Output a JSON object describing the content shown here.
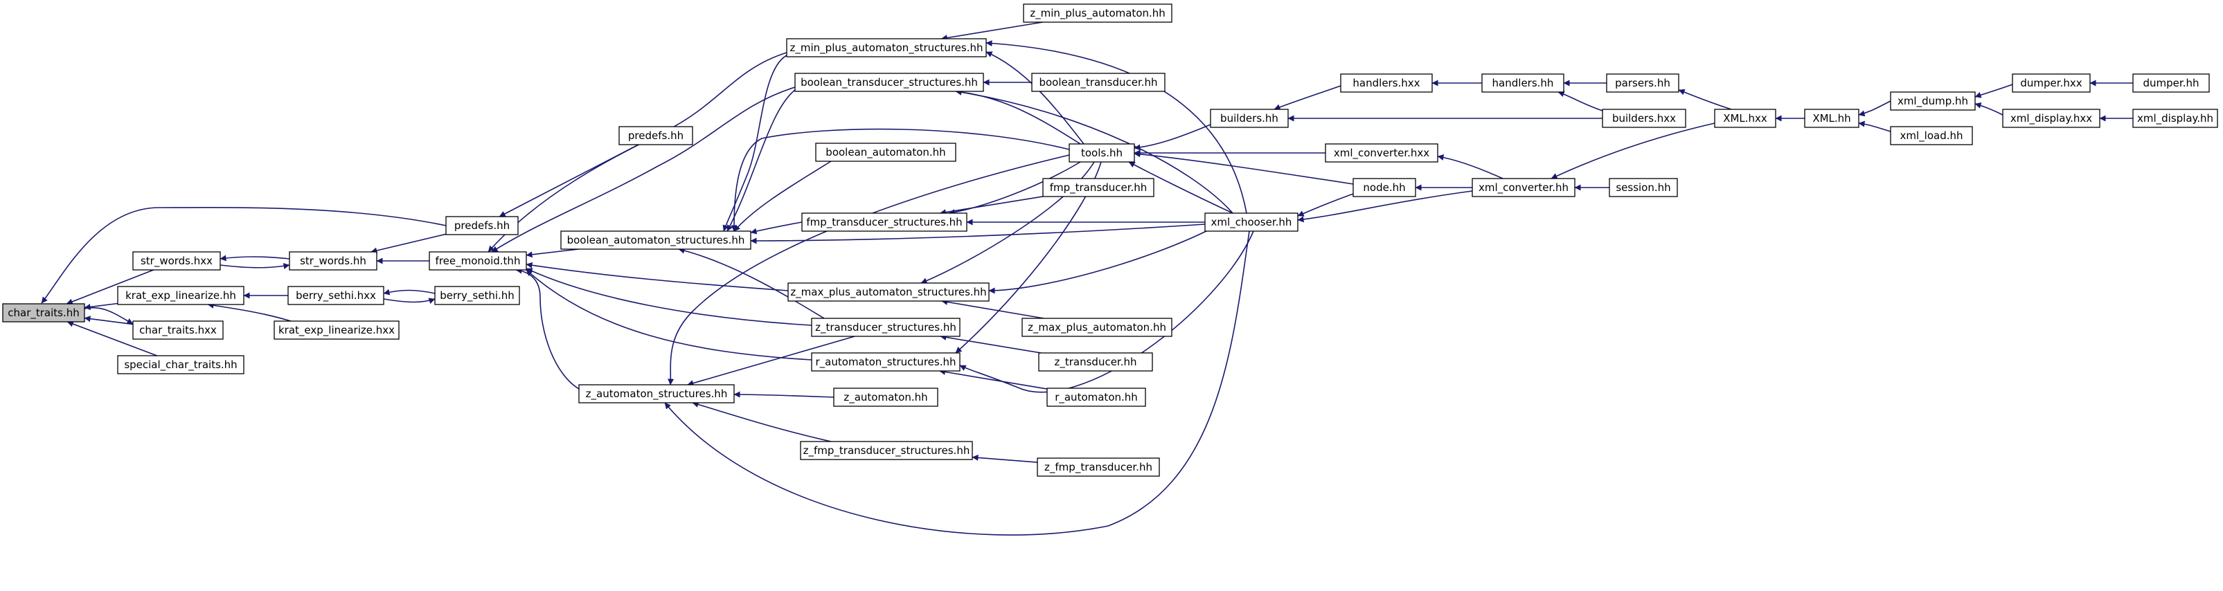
{
  "graph": {
    "root": "char_traits_hh",
    "nodes": [
      {
        "id": "char_traits_hh",
        "label": "char_traits.hh",
        "root": true
      },
      {
        "id": "str_words_hxx",
        "label": "str_words.hxx"
      },
      {
        "id": "krat_exp_linearize_hh",
        "label": "krat_exp_linearize.hh"
      },
      {
        "id": "char_traits_hxx",
        "label": "char_traits.hxx"
      },
      {
        "id": "special_char_traits_hh",
        "label": "special_char_traits.hh"
      },
      {
        "id": "str_words_hh",
        "label": "str_words.hh"
      },
      {
        "id": "berry_sethi_hxx",
        "label": "berry_sethi.hxx"
      },
      {
        "id": "krat_exp_linearize_hxx",
        "label": "krat_exp_linearize.hxx"
      },
      {
        "id": "berry_sethi_hh",
        "label": "berry_sethi.hh"
      },
      {
        "id": "predefs_hh",
        "label": "predefs.hh"
      },
      {
        "id": "free_monoid_thh",
        "label": "free_monoid.thh"
      },
      {
        "id": "predefs_hh_2",
        "label": "predefs.hh"
      },
      {
        "id": "boolean_automaton_structures_hh",
        "label": "boolean_automaton_structures.hh"
      },
      {
        "id": "z_automaton_structures_hh",
        "label": "z_automaton_structures.hh"
      },
      {
        "id": "z_min_plus_automaton_structures_hh",
        "label": "z_min_plus_automaton_structures.hh"
      },
      {
        "id": "boolean_transducer_structures_hh",
        "label": "boolean_transducer_structures.hh"
      },
      {
        "id": "boolean_automaton_hh",
        "label": "boolean_automaton.hh"
      },
      {
        "id": "fmp_transducer_structures_hh",
        "label": "fmp_transducer_structures.hh"
      },
      {
        "id": "z_max_plus_automaton_structures_hh",
        "label": "z_max_plus_automaton_structures.hh"
      },
      {
        "id": "z_transducer_structures_hh",
        "label": "z_transducer_structures.hh"
      },
      {
        "id": "r_automaton_structures_hh",
        "label": "r_automaton_structures.hh"
      },
      {
        "id": "z_automaton_hh",
        "label": "z_automaton.hh"
      },
      {
        "id": "z_fmp_transducer_structures_hh",
        "label": "z_fmp_transducer_structures.hh"
      },
      {
        "id": "z_min_plus_automaton_hh",
        "label": "z_min_plus_automaton.hh"
      },
      {
        "id": "boolean_transducer_hh",
        "label": "boolean_transducer.hh"
      },
      {
        "id": "tools_hh",
        "label": "tools.hh"
      },
      {
        "id": "fmp_transducer_hh",
        "label": "fmp_transducer.hh"
      },
      {
        "id": "xml_chooser_hh",
        "label": "xml_chooser.hh"
      },
      {
        "id": "z_max_plus_automaton_hh",
        "label": "z_max_plus_automaton.hh"
      },
      {
        "id": "z_transducer_hh",
        "label": "z_transducer.hh"
      },
      {
        "id": "r_automaton_hh",
        "label": "r_automaton.hh"
      },
      {
        "id": "z_fmp_transducer_hh",
        "label": "z_fmp_transducer.hh"
      },
      {
        "id": "builders_hh",
        "label": "builders.hh"
      },
      {
        "id": "xml_converter_hxx",
        "label": "xml_converter.hxx"
      },
      {
        "id": "node_hh",
        "label": "node.hh"
      },
      {
        "id": "handlers_hxx",
        "label": "handlers.hxx"
      },
      {
        "id": "handlers_hh",
        "label": "handlers.hh"
      },
      {
        "id": "xml_converter_hh",
        "label": "xml_converter.hh"
      },
      {
        "id": "parsers_hh",
        "label": "parsers.hh"
      },
      {
        "id": "builders_hxx",
        "label": "builders.hxx"
      },
      {
        "id": "session_hh",
        "label": "session.hh"
      },
      {
        "id": "xml_hxx",
        "label": "XML.hxx"
      },
      {
        "id": "xml_hh",
        "label": "XML.hh"
      },
      {
        "id": "xml_dump_hh",
        "label": "xml_dump.hh"
      },
      {
        "id": "xml_load_hh",
        "label": "xml_load.hh"
      },
      {
        "id": "dumper_hxx",
        "label": "dumper.hxx"
      },
      {
        "id": "xml_display_hxx",
        "label": "xml_display.hxx"
      },
      {
        "id": "dumper_hh",
        "label": "dumper.hh"
      },
      {
        "id": "xml_display_hh",
        "label": "xml_display.hh"
      }
    ],
    "edges": [
      {
        "from": "str_words_hxx",
        "to": "char_traits_hh"
      },
      {
        "from": "krat_exp_linearize_hh",
        "to": "char_traits_hh"
      },
      {
        "from": "char_traits_hxx",
        "to": "char_traits_hh"
      },
      {
        "from": "special_char_traits_hh",
        "to": "char_traits_hh"
      },
      {
        "from": "predefs_hh",
        "to": "char_traits_hh"
      },
      {
        "from": "char_traits_hh",
        "to": "char_traits_hxx"
      },
      {
        "from": "str_words_hh",
        "to": "str_words_hxx"
      },
      {
        "from": "str_words_hxx",
        "to": "str_words_hh"
      },
      {
        "from": "berry_sethi_hxx",
        "to": "krat_exp_linearize_hh"
      },
      {
        "from": "krat_exp_linearize_hxx",
        "to": "krat_exp_linearize_hh"
      },
      {
        "from": "berry_sethi_hh",
        "to": "berry_sethi_hxx"
      },
      {
        "from": "berry_sethi_hxx",
        "to": "berry_sethi_hh"
      },
      {
        "from": "predefs_hh",
        "to": "str_words_hh"
      },
      {
        "from": "free_monoid_thh",
        "to": "str_words_hh"
      },
      {
        "from": "predefs_hh_2",
        "to": "predefs_hh"
      },
      {
        "from": "boolean_automaton_structures_hh",
        "to": "free_monoid_thh"
      },
      {
        "from": "z_automaton_structures_hh",
        "to": "free_monoid_thh"
      },
      {
        "from": "z_min_plus_automaton_structures_hh",
        "to": "free_monoid_thh"
      },
      {
        "from": "boolean_transducer_structures_hh",
        "to": "free_monoid_thh"
      },
      {
        "from": "z_max_plus_automaton_structures_hh",
        "to": "free_monoid_thh"
      },
      {
        "from": "z_transducer_structures_hh",
        "to": "free_monoid_thh"
      },
      {
        "from": "r_automaton_structures_hh",
        "to": "free_monoid_thh"
      },
      {
        "from": "z_min_plus_automaton_structures_hh",
        "to": "boolean_automaton_structures_hh"
      },
      {
        "from": "boolean_transducer_structures_hh",
        "to": "boolean_automaton_structures_hh"
      },
      {
        "from": "boolean_automaton_hh",
        "to": "boolean_automaton_structures_hh"
      },
      {
        "from": "fmp_transducer_structures_hh",
        "to": "boolean_automaton_structures_hh"
      },
      {
        "from": "tools_hh",
        "to": "boolean_automaton_structures_hh"
      },
      {
        "from": "xml_chooser_hh",
        "to": "boolean_automaton_structures_hh"
      },
      {
        "from": "z_transducer_structures_hh",
        "to": "boolean_automaton_structures_hh"
      },
      {
        "from": "z_transducer_structures_hh",
        "to": "z_automaton_structures_hh"
      },
      {
        "from": "z_automaton_hh",
        "to": "z_automaton_structures_hh"
      },
      {
        "from": "z_fmp_transducer_structures_hh",
        "to": "z_automaton_structures_hh"
      },
      {
        "from": "tools_hh",
        "to": "z_automaton_structures_hh"
      },
      {
        "from": "xml_chooser_hh",
        "to": "z_automaton_structures_hh"
      },
      {
        "from": "z_min_plus_automaton_hh",
        "to": "z_min_plus_automaton_structures_hh"
      },
      {
        "from": "tools_hh",
        "to": "z_min_plus_automaton_structures_hh"
      },
      {
        "from": "xml_chooser_hh",
        "to": "z_min_plus_automaton_structures_hh"
      },
      {
        "from": "boolean_transducer_hh",
        "to": "boolean_transducer_structures_hh"
      },
      {
        "from": "tools_hh",
        "to": "boolean_transducer_structures_hh"
      },
      {
        "from": "xml_chooser_hh",
        "to": "boolean_transducer_structures_hh"
      },
      {
        "from": "fmp_transducer_hh",
        "to": "fmp_transducer_structures_hh"
      },
      {
        "from": "tools_hh",
        "to": "fmp_transducer_structures_hh"
      },
      {
        "from": "xml_chooser_hh",
        "to": "fmp_transducer_structures_hh"
      },
      {
        "from": "z_max_plus_automaton_hh",
        "to": "z_max_plus_automaton_structures_hh"
      },
      {
        "from": "tools_hh",
        "to": "z_max_plus_automaton_structures_hh"
      },
      {
        "from": "xml_chooser_hh",
        "to": "z_max_plus_automaton_structures_hh"
      },
      {
        "from": "z_transducer_hh",
        "to": "z_transducer_structures_hh"
      },
      {
        "from": "r_automaton_hh",
        "to": "r_automaton_structures_hh"
      },
      {
        "from": "tools_hh",
        "to": "r_automaton_structures_hh"
      },
      {
        "from": "xml_chooser_hh",
        "to": "r_automaton_structures_hh"
      },
      {
        "from": "z_fmp_transducer_hh",
        "to": "z_fmp_transducer_structures_hh"
      },
      {
        "from": "xml_chooser_hh",
        "to": "tools_hh"
      },
      {
        "from": "builders_hh",
        "to": "tools_hh"
      },
      {
        "from": "xml_converter_hxx",
        "to": "tools_hh"
      },
      {
        "from": "node_hh",
        "to": "tools_hh"
      },
      {
        "from": "node_hh",
        "to": "xml_chooser_hh"
      },
      {
        "from": "xml_converter_hh",
        "to": "xml_chooser_hh"
      },
      {
        "from": "handlers_hxx",
        "to": "builders_hh"
      },
      {
        "from": "builders_hxx",
        "to": "builders_hh"
      },
      {
        "from": "xml_converter_hh",
        "to": "xml_converter_hxx"
      },
      {
        "from": "xml_converter_hh",
        "to": "node_hh"
      },
      {
        "from": "handlers_hh",
        "to": "handlers_hxx"
      },
      {
        "from": "parsers_hh",
        "to": "handlers_hh"
      },
      {
        "from": "builders_hxx",
        "to": "handlers_hh"
      },
      {
        "from": "session_hh",
        "to": "xml_converter_hh"
      },
      {
        "from": "xml_hxx",
        "to": "xml_converter_hh"
      },
      {
        "from": "xml_hxx",
        "to": "parsers_hh"
      },
      {
        "from": "xml_hh",
        "to": "xml_hxx"
      },
      {
        "from": "xml_dump_hh",
        "to": "xml_hh"
      },
      {
        "from": "xml_load_hh",
        "to": "xml_hh"
      },
      {
        "from": "dumper_hxx",
        "to": "xml_dump_hh"
      },
      {
        "from": "xml_display_hxx",
        "to": "xml_dump_hh"
      },
      {
        "from": "dumper_hh",
        "to": "dumper_hxx"
      },
      {
        "from": "xml_display_hh",
        "to": "xml_display_hxx"
      }
    ]
  }
}
